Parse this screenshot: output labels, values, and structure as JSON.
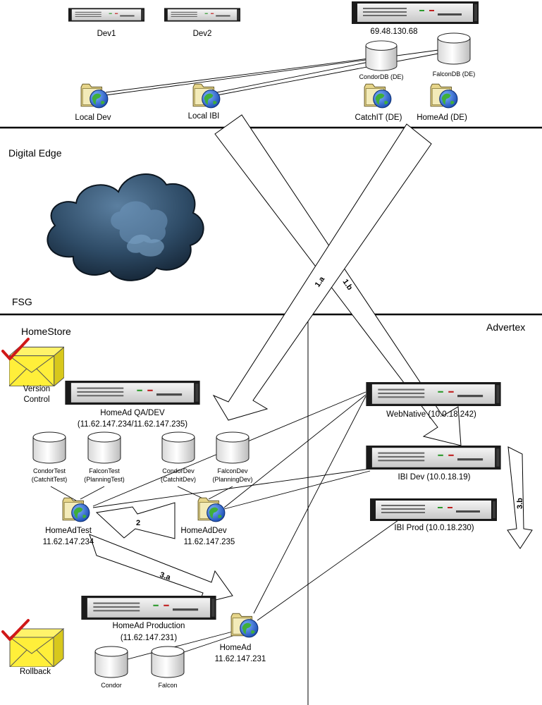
{
  "zones": {
    "digital_edge": "Digital Edge",
    "fsg": "FSG",
    "homestore": "HomeStore",
    "advertex": "Advertex"
  },
  "servers": {
    "dev1": "Dev1",
    "dev2": "Dev2",
    "de_server": "69.48.130.68",
    "homead_qa_dev_line1": "HomeAd QA/DEV",
    "homead_qa_dev_line2": "(11.62.147.234/11.62.147.235)",
    "webnative": "WebNative (10.0.18.242)",
    "ibi_dev": "IBI Dev (10.0.18.19)",
    "ibi_prod": "IBI Prod (10.0.18.230)",
    "homead_production_line1": "HomeAd Production",
    "homead_production_line2": "(11.62.147.231)"
  },
  "databases": {
    "condor_de": "CondorDB (DE)",
    "falcon_de": "FalconDB (DE)",
    "condor_test_line1": "CondorTest",
    "condor_test_line2": "(CatchitTest)",
    "falcon_test_line1": "FalconTest",
    "falcon_test_line2": "(PlanningTest)",
    "condor_dev_line1": "CondorDev",
    "condor_dev_line2": "(CatchitDev)",
    "falcon_dev_line1": "FalconDev",
    "falcon_dev_line2": "(PlanningDev)",
    "condor": "Condor",
    "falcon": "Falcon"
  },
  "sites": {
    "local_dev": "Local Dev",
    "local_ibi": "Local IBI",
    "catchit_de": "CatchIT (DE)",
    "homead_de": "HomeAd (DE)",
    "homead_test_line1": "HomeAdTest",
    "homead_test_line2": "11.62.147.234",
    "homead_dev_line1": "HomeAdDev",
    "homead_dev_line2": "11.62.147.235",
    "homead_prod_line1": "HomeAd",
    "homead_prod_line2": "11.62.147.231"
  },
  "packages": {
    "version_control_line1": "Version",
    "version_control_line2": "Control",
    "rollback": "Rollback"
  },
  "steps": {
    "s1a": "1.a",
    "s1b": "1.b",
    "s2": "2",
    "s3a": "3.a",
    "s3b": "3.b"
  }
}
